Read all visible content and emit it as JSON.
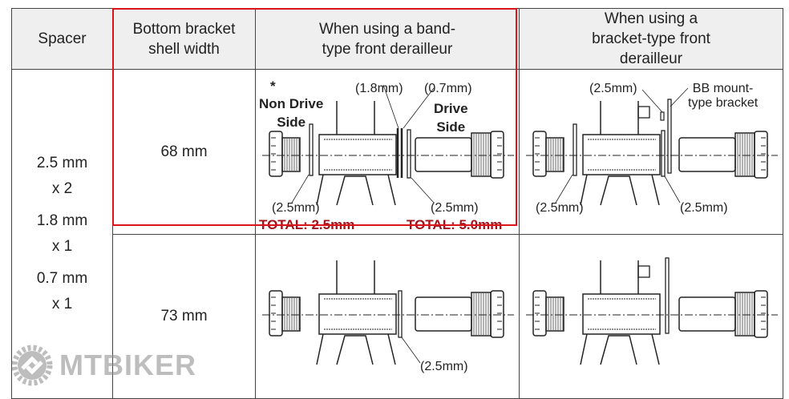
{
  "headers": [
    "Spacer",
    "Bottom bracket shell width",
    "When using a band-type front derailleur",
    "When using a bracket-type front derailleur"
  ],
  "spacer_values": [
    "2.5 mm",
    "x 2",
    "1.8 mm",
    "x 1",
    "0.7 mm",
    "x 1"
  ],
  "rows": [
    {
      "width": "68 mm",
      "band": {
        "asterisk": "*",
        "non_drive": "Non Drive",
        "non_drive2": "Side",
        "drive": "Drive",
        "drive2": "Side",
        "s18": "(1.8mm)",
        "s07": "(0.7mm)",
        "left": "(2.5mm)",
        "right": "(2.5mm)",
        "total_left": "TOTAL: 2.5mm",
        "total_right": "TOTAL: 5.0mm"
      },
      "bracket": {
        "top": "(2.5mm)",
        "bb1": "BB mount-",
        "bb2": "type bracket",
        "left": "(2.5mm)",
        "right": "(2.5mm)"
      }
    },
    {
      "width": "73 mm",
      "band": {
        "right": "(2.5mm)"
      }
    }
  ],
  "watermark": "MTBIKER",
  "colors": {
    "highlight": "#d9141b",
    "total": "#a0131b",
    "header_bg": "#efefef"
  }
}
